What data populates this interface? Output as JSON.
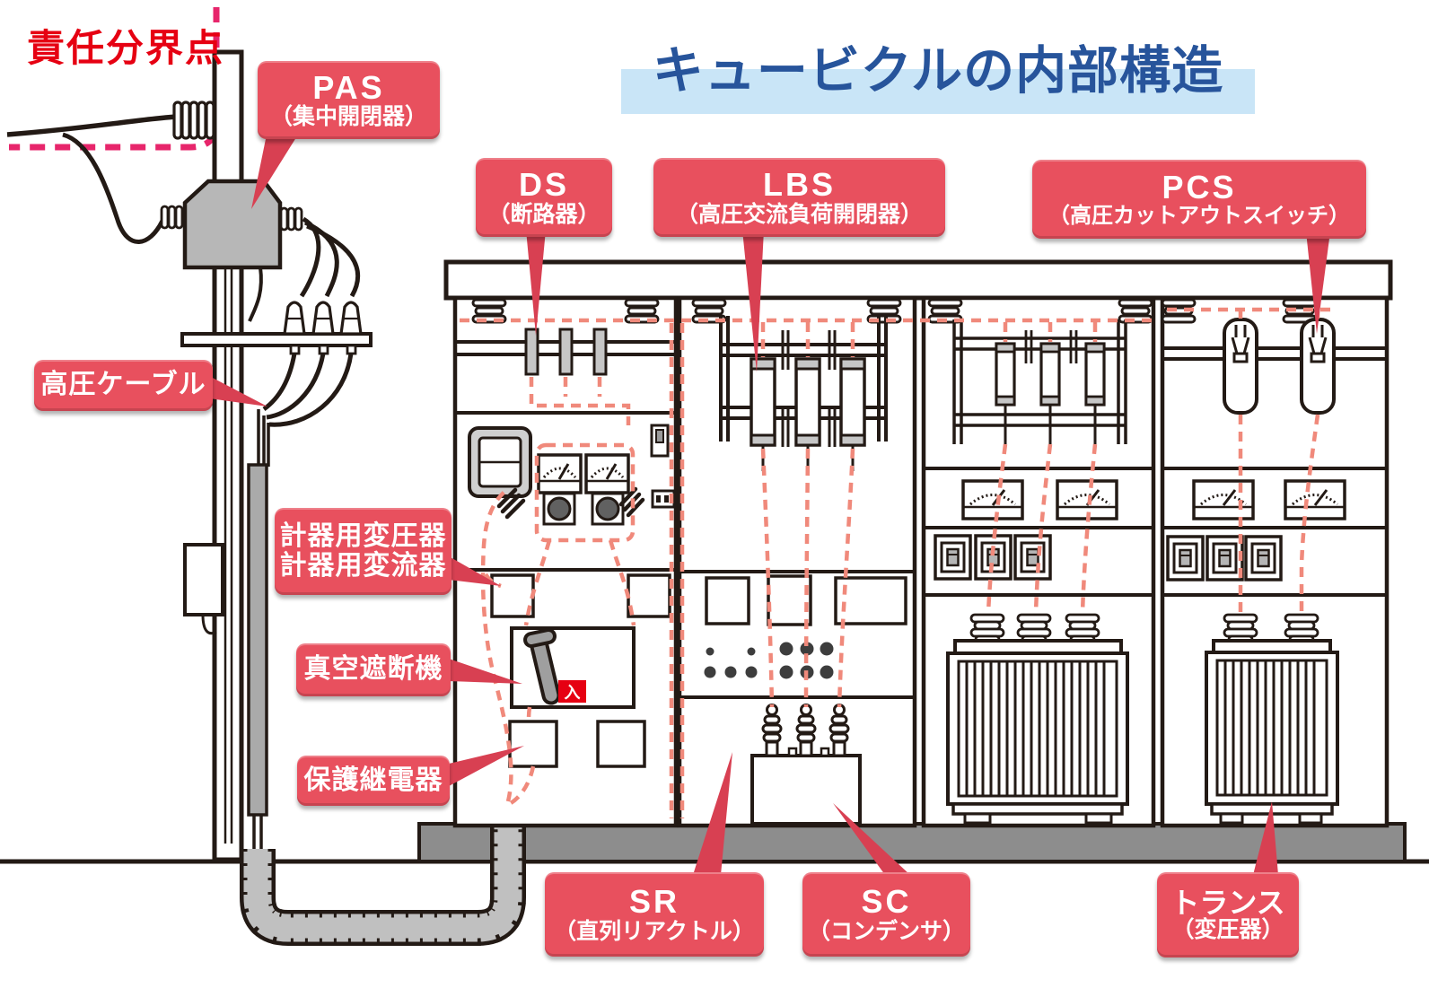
{
  "title": "キュービクルの内部構造",
  "boundary_point": "責任分界点",
  "vcb_on_badge": "入",
  "callouts": {
    "pas": {
      "abbr": "PAS",
      "sub": "（集中開閉器）"
    },
    "ds": {
      "abbr": "DS",
      "sub": "（断路器）"
    },
    "lbs": {
      "abbr": "LBS",
      "sub": "（高圧交流負荷開閉器）"
    },
    "pcs": {
      "abbr": "PCS",
      "sub": "（高圧カットアウトスイッチ）"
    },
    "cable": {
      "text": "高圧ケーブル"
    },
    "meter_tr": {
      "line1": "計器用変圧器",
      "line2": "計器用変流器"
    },
    "vcb": {
      "text": "真空遮断機"
    },
    "relay": {
      "text": "保護継電器"
    },
    "sr": {
      "abbr": "SR",
      "sub": "（直列リアクトル）"
    },
    "sc": {
      "abbr": "SC",
      "sub": "（コンデンサ）"
    },
    "trans": {
      "abbr": "トランス",
      "sub": "（変圧器）"
    }
  },
  "colors": {
    "callout_red": "#e8505e",
    "tail_red": "#d84052",
    "title_blue": "#27549b",
    "title_band_blue": "#c9e5f7",
    "boundary_red": "#e60012",
    "boundary_dash_pink": "#e7256b",
    "circuit_dash_salmon": "#f0897b",
    "line_black": "#231a15",
    "metal_gray": "#b7b7b7",
    "base_gray": "#8d8d8d"
  }
}
